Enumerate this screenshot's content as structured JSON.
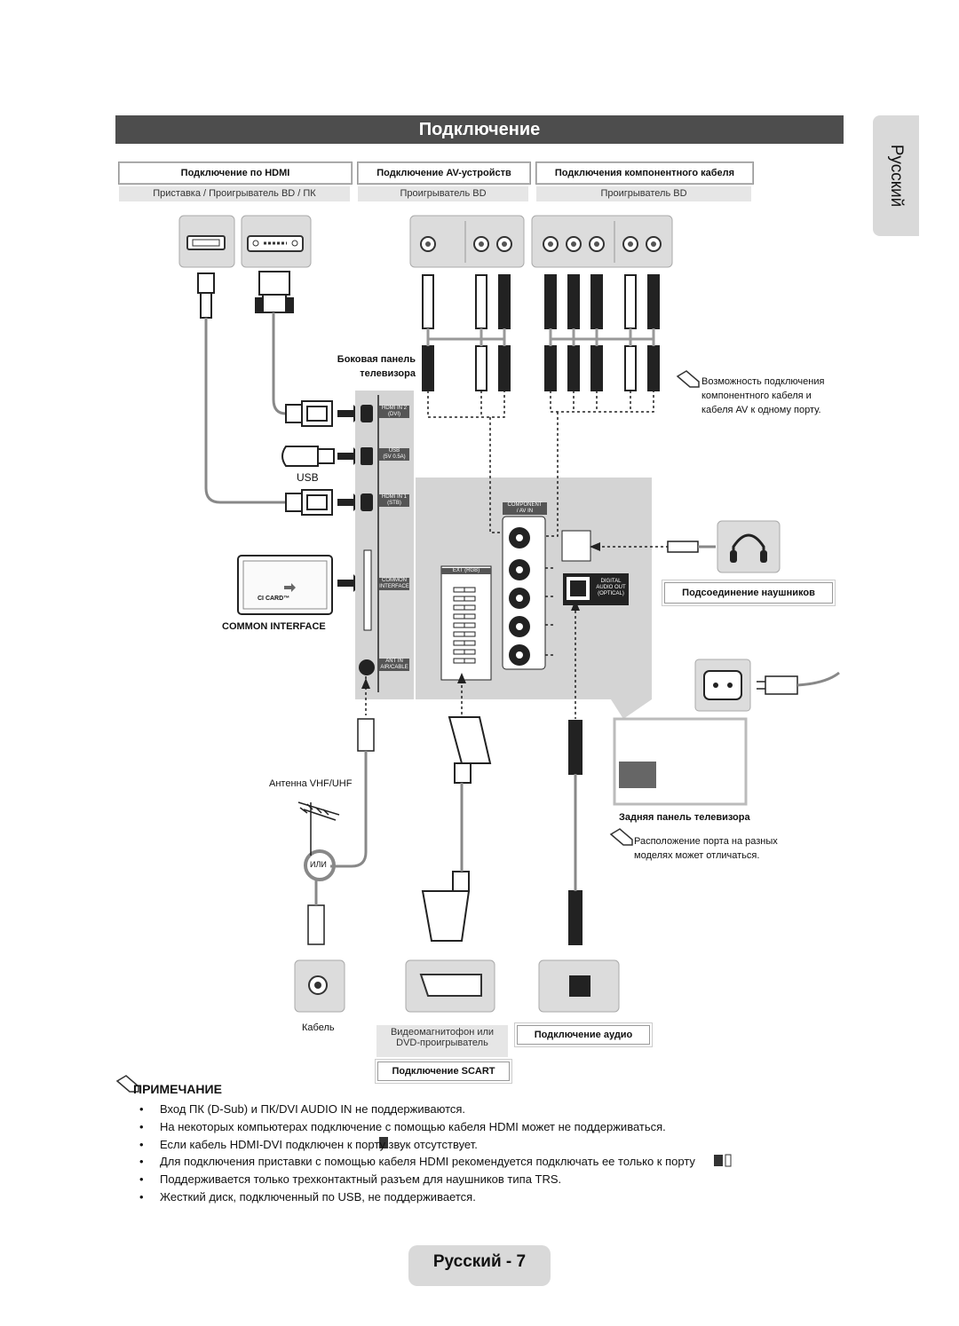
{
  "page": {
    "title": "Подключение",
    "side_tab": "Русский",
    "footer": "Русский - 7"
  },
  "sections": {
    "hdmi": {
      "header": "Подключение по HDMI",
      "device": "Приставка / Проигрыватель BD / ПК"
    },
    "av": {
      "header": "Подключение AV-устройств",
      "device": "Проигрыватель BD"
    },
    "component": {
      "header": "Подключения компонентного кабеля",
      "device": "Проигрыватель BD"
    }
  },
  "labels": {
    "side_panel_line1": "Боковая панель",
    "side_panel_line2": "телевизора",
    "component_av_note_1": "Возможность подключения",
    "component_av_note_2": "компонентного кабеля и",
    "component_av_note_3": "кабеля AV к одному порту.",
    "usb": "USB",
    "ci_card": "CI CARD™",
    "common_interface": "COMMON INTERFACE",
    "headphones": "Подсоединение наушников",
    "rear_panel": "Задняя панель телевизора",
    "rear_note_1": "Расположение порта на разных",
    "rear_note_2": "моделях может отличаться.",
    "antenna": "Антенна VHF/UHF",
    "or": "ИЛИ",
    "cable": "Кабель",
    "vcr_line1": "Видеомагнитофон или",
    "vcr_line2": "DVD-проигрыватель",
    "scart": "Подключение SCART",
    "audio": "Подключение аудио"
  },
  "ports": {
    "hdmi2_line1": "HDMI IN 2",
    "hdmi2_line2": "(DVI)",
    "usb_line1": "USB",
    "usb_line2": "(5V 0.5A)",
    "hdmi1_line1": "HDMI IN 1",
    "hdmi1_line2": "(STB)",
    "ci_line1": "COMMON",
    "ci_line2": "INTERFACE",
    "ant_line1": "ANT IN",
    "ant_line2": "AIR/CABLE",
    "component_line1": "COMPONENT",
    "component_line2": "/ AV IN",
    "ext_rgb": "EXT (RGB)",
    "optical_line1": "DIGITAL",
    "optical_line2": "AUDIO OUT",
    "optical_line3": "(OPTICAL)"
  },
  "note": {
    "title": "ПРИМЕЧАНИЕ",
    "items": [
      "Вход ПК (D-Sub) и ПК/DVI AUDIO IN не поддерживаются.",
      "На некоторых компьютерах подключение с помощью кабеля HDMI может не поддерживаться.",
      "Если кабель HDMI-DVI подключен к порту    звук отсутствует.",
      "Для подключения приставки с помощью кабеля HDMI рекомендуется подключать ее только к порту",
      "Поддерживается только трехконтактный разъем для наушников типа TRS.",
      "Жесткий диск, подключенный по USB, не поддерживается."
    ]
  },
  "colors": {
    "title_bar": "#4d4d4d",
    "panel": "#d4d4d4",
    "tab": "#d9d9d9"
  }
}
